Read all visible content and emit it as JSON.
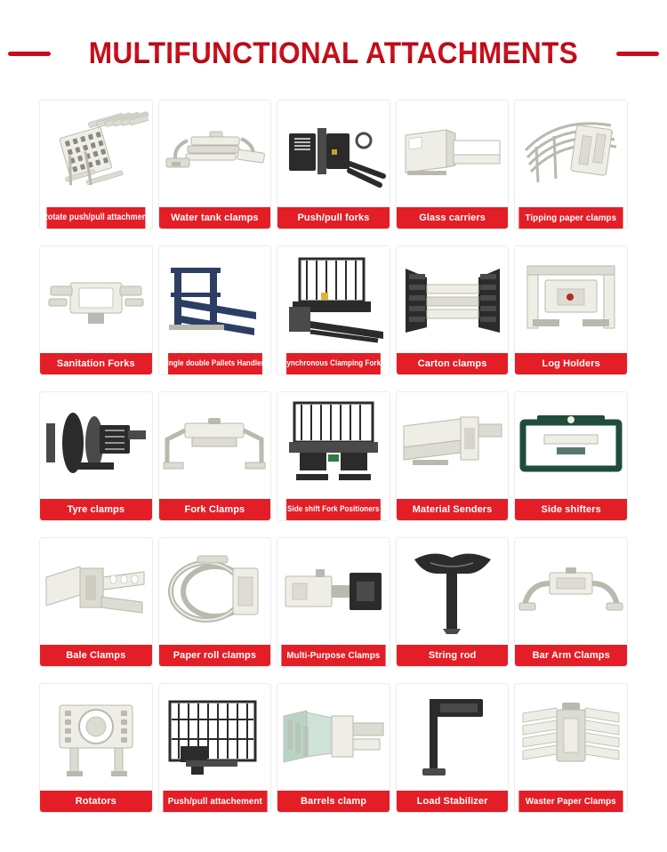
{
  "header": {
    "title": "MULTIFUNCTIONAL ATTACHMENTS",
    "dash_color": "#cf0a18"
  },
  "theme": {
    "label_bar_color": "#e31e26",
    "label_text_color": "#ffffff",
    "card_border_color": "#ececec",
    "page_background": "#ffffff",
    "title_color": "#b20510"
  },
  "grid": {
    "columns": 5,
    "rows": 5,
    "total_items": 25
  },
  "items": [
    {
      "label": "Rotate push/pull attachment",
      "icon": "rotate-push-pull-attachment-icon",
      "tone": "beige"
    },
    {
      "label": "Water tank clamps",
      "icon": "water-tank-clamps-icon",
      "tone": "beige"
    },
    {
      "label": "Push/pull forks",
      "icon": "push-pull-forks-icon",
      "tone": "black"
    },
    {
      "label": "Glass carriers",
      "icon": "glass-carriers-icon",
      "tone": "beige"
    },
    {
      "label": "Tipping paper clamps",
      "icon": "tipping-paper-clamps-icon",
      "tone": "beige"
    },
    {
      "label": "Sanitation Forks",
      "icon": "sanitation-forks-icon",
      "tone": "beige"
    },
    {
      "label": "Single double Pallets Handlers",
      "icon": "single-double-pallets-handlers-icon",
      "tone": "navy"
    },
    {
      "label": "Synchronous Clamping Forks",
      "icon": "synchronous-clamping-forks-icon",
      "tone": "black"
    },
    {
      "label": "Carton clamps",
      "icon": "carton-clamps-icon",
      "tone": "black"
    },
    {
      "label": "Log Holders",
      "icon": "log-holders-icon",
      "tone": "beige"
    },
    {
      "label": "Tyre clamps",
      "icon": "tyre-clamps-icon",
      "tone": "black"
    },
    {
      "label": "Fork Clamps",
      "icon": "fork-clamps-icon",
      "tone": "beige"
    },
    {
      "label": "Side shift Fork Positioners",
      "icon": "side-shift-fork-positioners-icon",
      "tone": "black"
    },
    {
      "label": "Material Senders",
      "icon": "material-senders-icon",
      "tone": "beige"
    },
    {
      "label": "Side shifters",
      "icon": "side-shifters-icon",
      "tone": "green"
    },
    {
      "label": "Bale Clamps",
      "icon": "bale-clamps-icon",
      "tone": "beige"
    },
    {
      "label": "Paper roll clamps",
      "icon": "paper-roll-clamps-icon",
      "tone": "beige"
    },
    {
      "label": "Multi-Purpose Clamps",
      "icon": "multi-purpose-clamps-icon",
      "tone": "mixed"
    },
    {
      "label": "String rod",
      "icon": "string-rod-icon",
      "tone": "black"
    },
    {
      "label": "Bar Arm Clamps",
      "icon": "bar-arm-clamps-icon",
      "tone": "beige"
    },
    {
      "label": "Rotators",
      "icon": "rotators-icon",
      "tone": "beige"
    },
    {
      "label": "Push/pull attachement",
      "icon": "push-pull-attachement-icon",
      "tone": "black"
    },
    {
      "label": "Barrels clamp",
      "icon": "barrels-clamp-icon",
      "tone": "mixed"
    },
    {
      "label": "Load Stabilizer",
      "icon": "load-stabilizer-icon",
      "tone": "black"
    },
    {
      "label": "Waster Paper Clamps",
      "icon": "waster-paper-clamps-icon",
      "tone": "beige"
    }
  ]
}
